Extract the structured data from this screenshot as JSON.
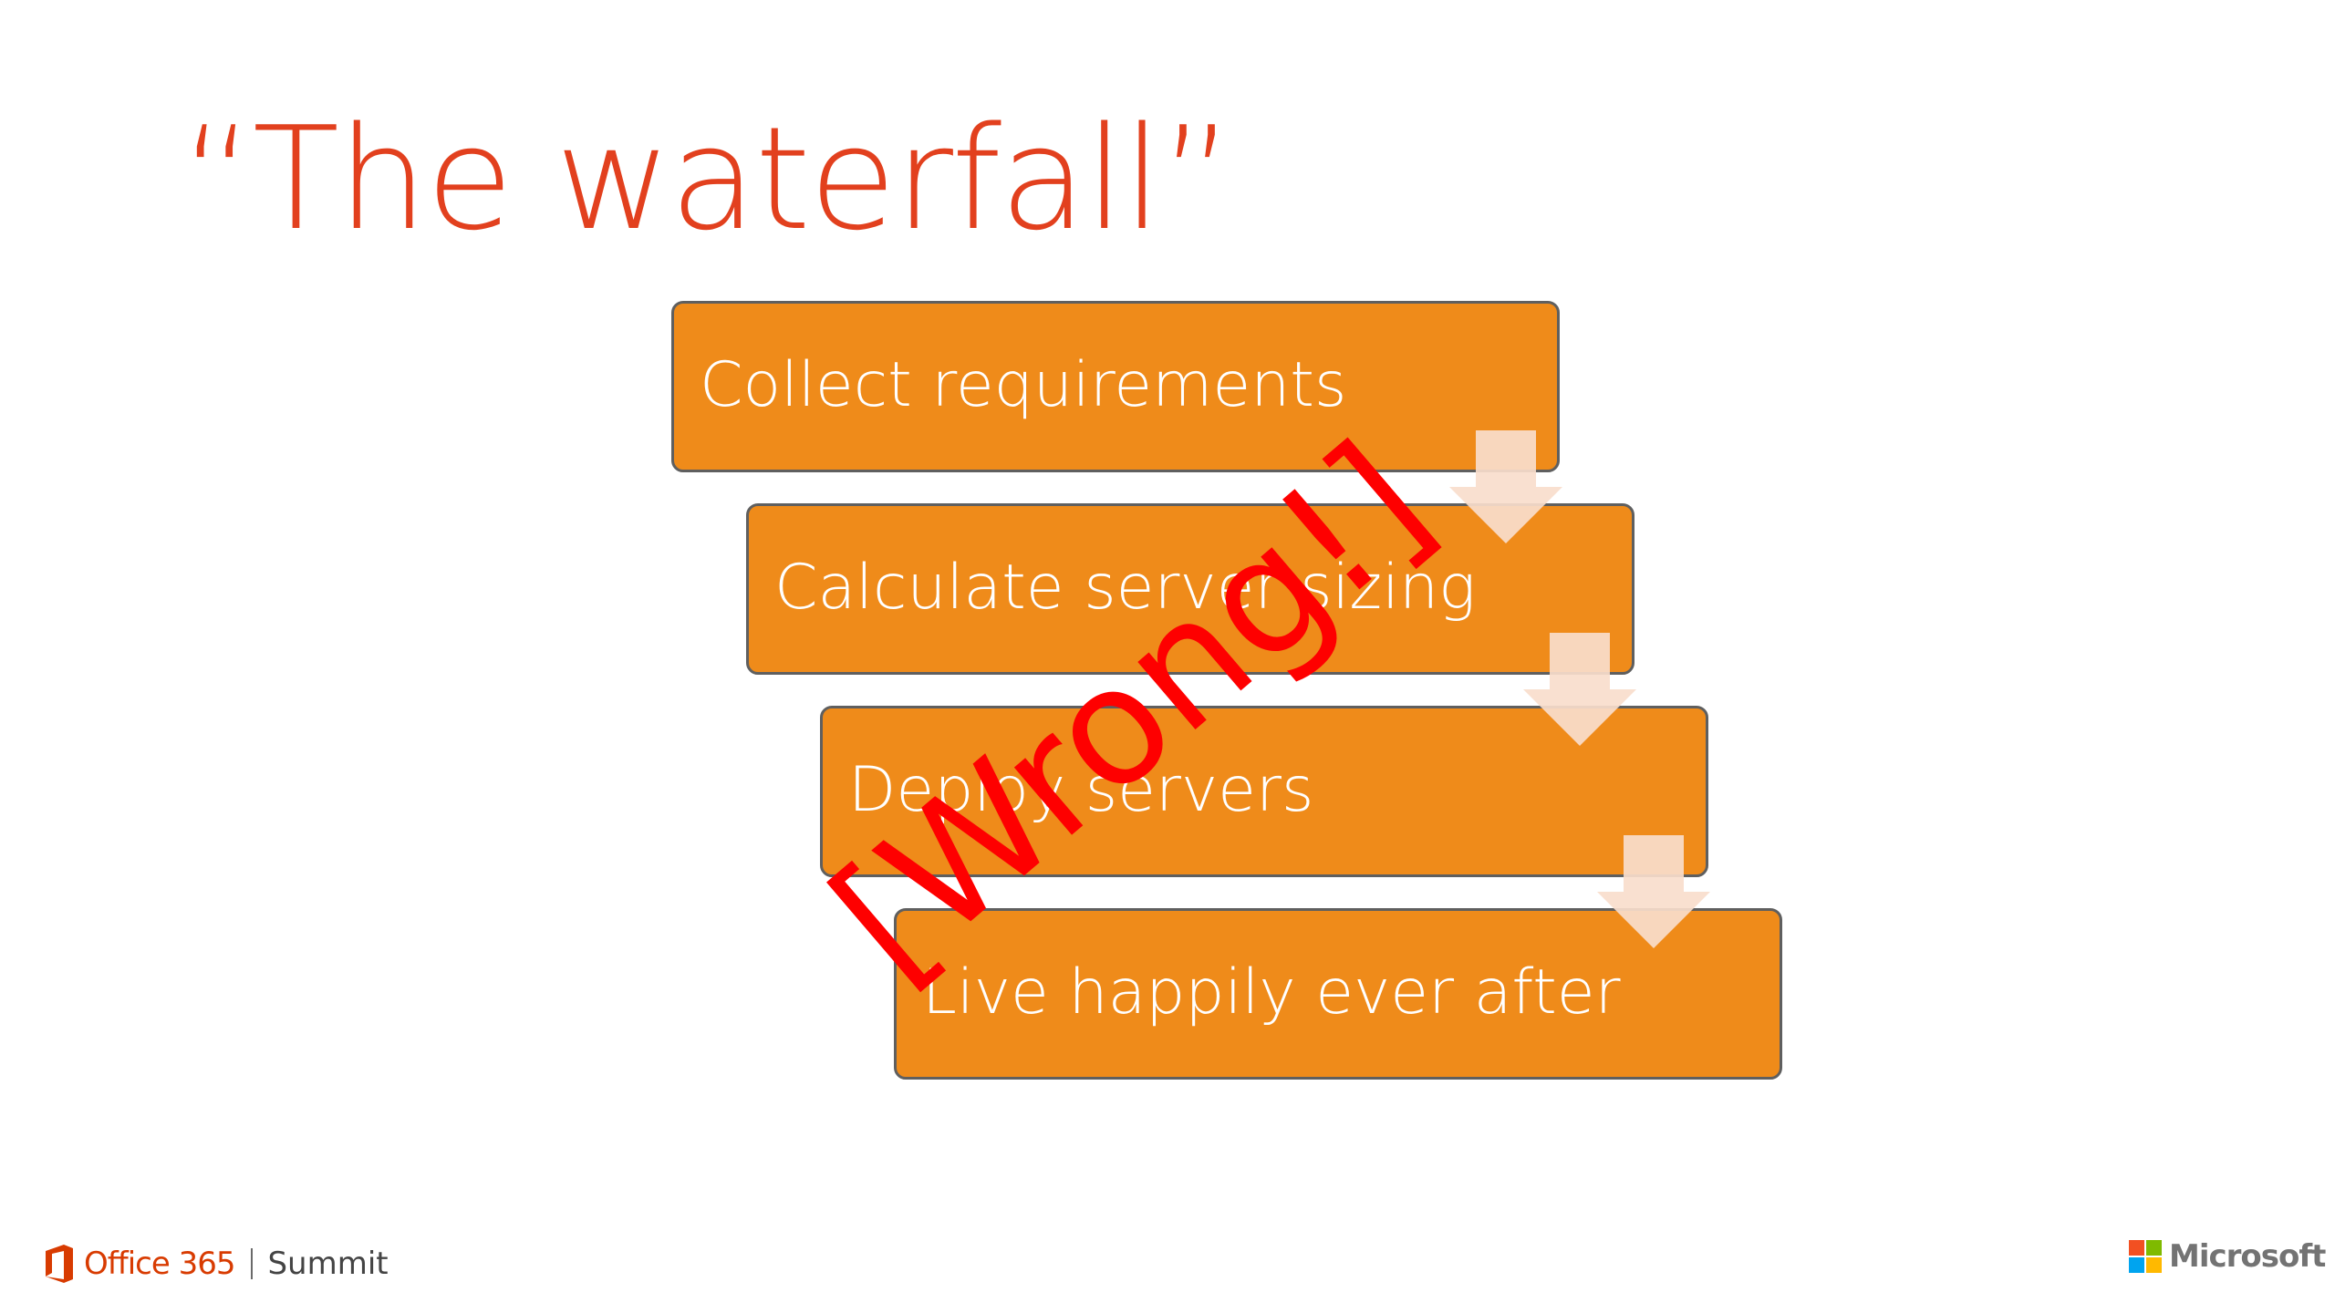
{
  "slide": {
    "title": "“The waterfall”",
    "steps": [
      {
        "label": "Collect requirements"
      },
      {
        "label": "Calculate server sizing"
      },
      {
        "label": "Deploy servers"
      },
      {
        "label": "Live happily ever after"
      }
    ],
    "stamp": "[Wrong!]"
  },
  "footer": {
    "product": "Office 365",
    "event": "Summit",
    "company": "Microsoft"
  },
  "colors": {
    "title": "#e2401e",
    "step_fill": "#ef8b1a",
    "step_border": "#5f5f5f",
    "arrow": "#f9ddcc",
    "stamp": "#fe0000",
    "office_brand": "#d83b01",
    "ms_red": "#f25022",
    "ms_green": "#7fba00",
    "ms_blue": "#00a4ef",
    "ms_yellow": "#ffb900"
  },
  "icons": {
    "office": "office-logo-icon",
    "microsoft": "microsoft-logo-icon",
    "arrow": "arrow-down-icon"
  }
}
